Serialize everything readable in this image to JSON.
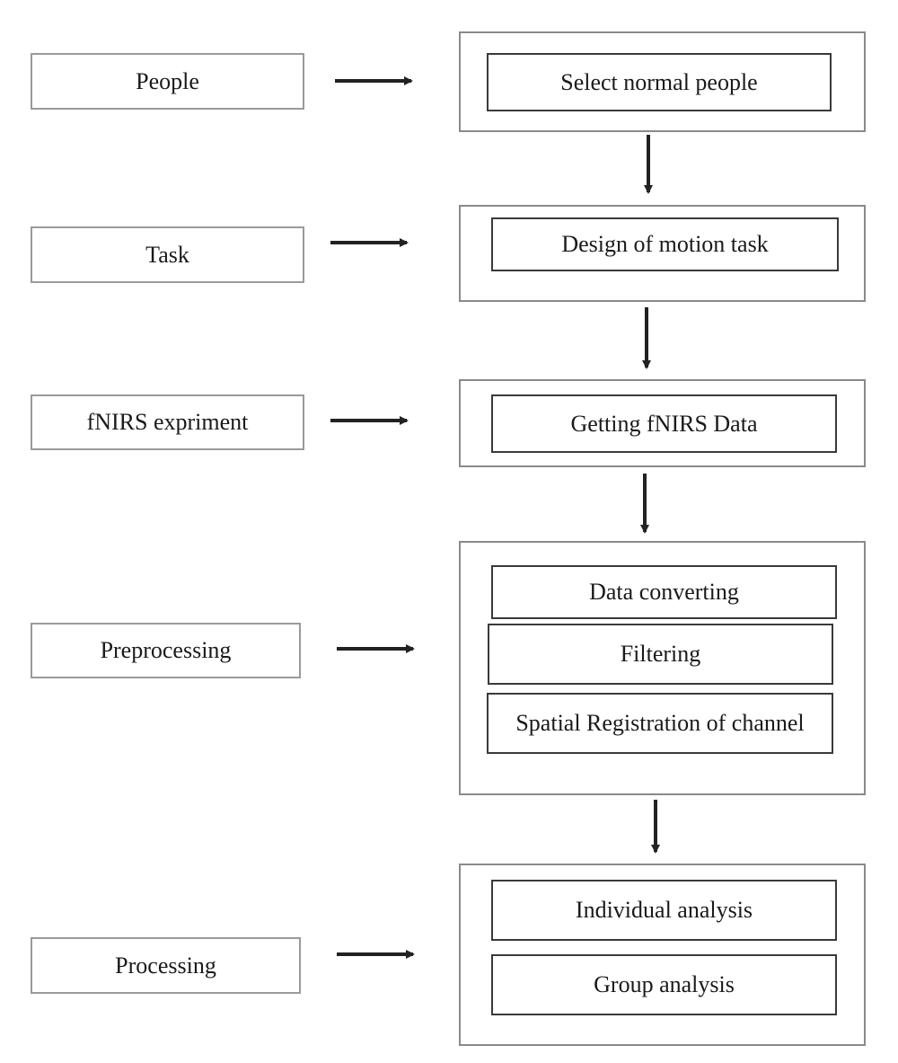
{
  "stages": [
    {
      "label": "People",
      "steps": [
        "Select normal people"
      ]
    },
    {
      "label": "Task",
      "steps": [
        "Design of  motion task"
      ]
    },
    {
      "label": "fNIRS expriment",
      "steps": [
        "Getting fNIRS Data"
      ]
    },
    {
      "label": "Preprocessing",
      "steps": [
        "Data converting",
        "Filtering",
        "Spatial Registration of channel"
      ]
    },
    {
      "label": "Processing",
      "steps": [
        "Individual analysis",
        "Group analysis"
      ]
    }
  ],
  "colors": {
    "arrow": "#222222",
    "label_border": "#9a9a9a",
    "panel_border": "#8a8a8a",
    "step_border": "#3a3a3a"
  }
}
